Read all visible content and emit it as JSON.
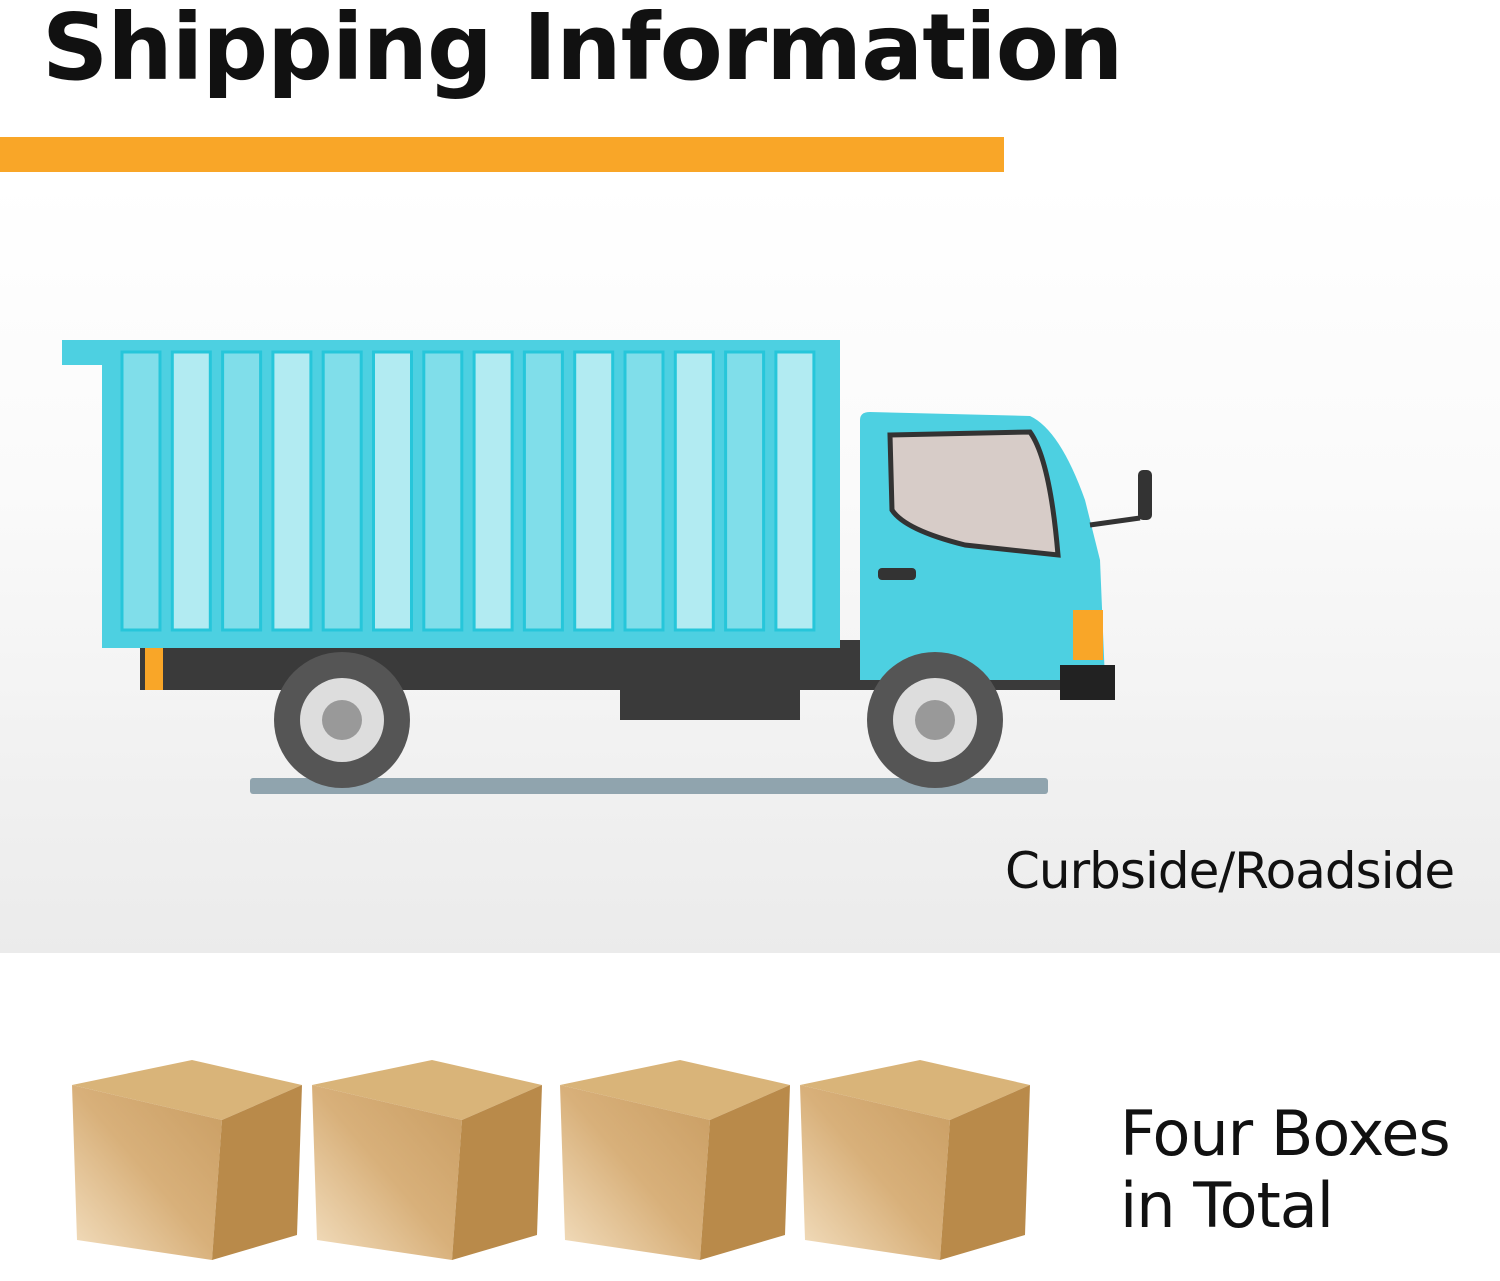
{
  "header": {
    "title": "Shipping Information"
  },
  "delivery": {
    "caption": "Curbside/Roadside"
  },
  "package": {
    "line1": "Four Boxes",
    "line2": "in Total",
    "box_count": 4
  },
  "colors": {
    "accent": "#f9a628",
    "truck": "#4dd0e1",
    "box": "#d2a868"
  }
}
